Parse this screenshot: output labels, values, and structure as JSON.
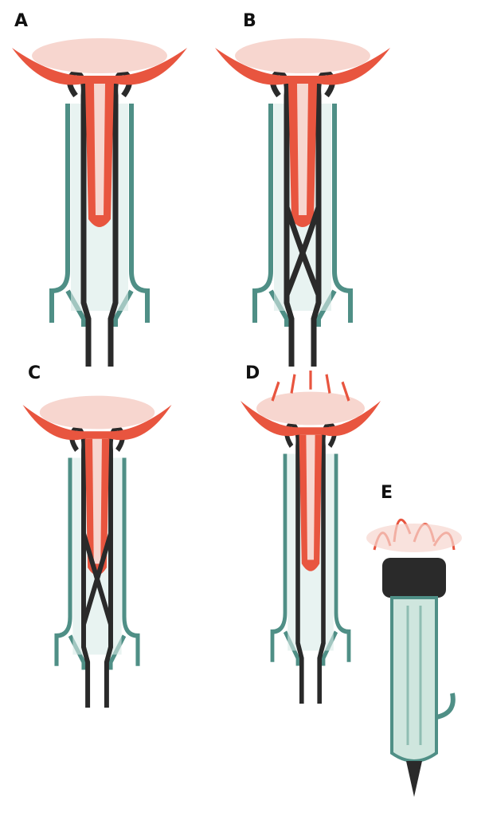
{
  "panels": [
    {
      "label": "A"
    },
    {
      "label": "B"
    },
    {
      "label": "C"
    },
    {
      "label": "D"
    },
    {
      "label": "E"
    }
  ],
  "colors": {
    "red": "#e8553f",
    "pink": "#f7d6cf",
    "black": "#2a2a2a",
    "teal": "#4f8f86",
    "teal_fill": "#d9ebe7"
  }
}
